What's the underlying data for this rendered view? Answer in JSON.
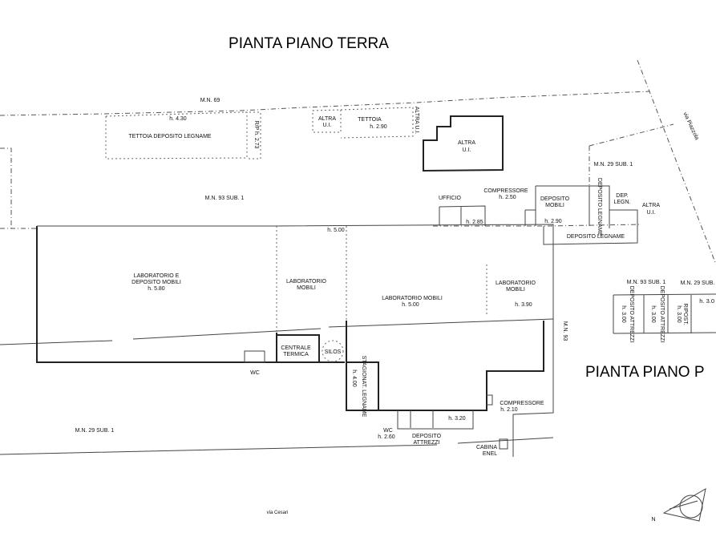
{
  "titles": {
    "ground_floor": "PIANTA PIANO TERRA",
    "first_floor": "PIANTA PIANO P"
  },
  "labels": {
    "mn69": "M.N. 69",
    "tettoia_h": "h. 4.30",
    "tettoia_deposito": "TETTOIA DEPOSITO LEGNAME",
    "rp": "R/P h. 2.73",
    "altra_ui_1": [
      "ALTRA",
      "U.I."
    ],
    "tettoia2": [
      "TETTOIA",
      "h. 2.90"
    ],
    "altra_ui_2": "ALTRA U.I.",
    "altra_ui_3": [
      "ALTRA",
      "U.I."
    ],
    "mn93_sub1": "M.N. 93 SUB. 1",
    "mn29_sub1_top": "M.N. 29 SUB. 1",
    "via_piazzola": "via Piazzola",
    "ufficio": "UFFICIO",
    "ufficio_h": "h. 2.85",
    "compressore_top": [
      "COMPRESSORE",
      "h. 2.50"
    ],
    "deposito_mobili": [
      "DEPOSITO",
      "MOBILI",
      "h. 2.90"
    ],
    "deposito_legname_v": "DEPOSITO LEGNAME",
    "dep_legn": [
      "DEP.",
      "LEGN."
    ],
    "altra_ui_4": [
      "ALTRA",
      "U.I."
    ],
    "deposito_legname": "DEPOSITO LEGNAME",
    "h500_top": "h. 5.00",
    "lab_deposito": [
      "LABORATORIO E",
      "DEPOSITO MOBILI",
      "h. 5.80"
    ],
    "lab_mobili_1": [
      "LABORATORIO",
      "MOBILI"
    ],
    "lab_mobili_2": [
      "LABORATORIO MOBILI",
      "h. 5.00"
    ],
    "lab_mobili_3": [
      "LABORATORIO",
      "MOBILI",
      "h. 3.90"
    ],
    "mn93_v": "M.N. 93",
    "mn93_sub1_right": "M.N. 93 SUB. 1",
    "mn29_sub_right": "M.N. 29 SUB.",
    "dep_attrezzi_1": [
      "DEPOSITO ATTREZZI",
      "h. 3.00"
    ],
    "dep_attrezzi_2": [
      "DEPOSITO ATTREZZI",
      "h. 3.00"
    ],
    "ripost": [
      "RIPOST.",
      "h. 3.00"
    ],
    "h30_right": "h. 3.0",
    "centrale_termica": [
      "CENTRALE",
      "TERMICA"
    ],
    "silos": "SILOS",
    "wc_left": "WC",
    "stagionat": [
      "STAGIONAT. LEGNAME",
      "h. 4.00"
    ],
    "compressore_bottom": [
      "COMPRESSORE",
      "h. 2.10"
    ],
    "h320": "h. 3.20",
    "wc_bottom": [
      "WC",
      "h. 2.60"
    ],
    "deposito_attrezzi": [
      "DEPOSITO",
      "ATTREZZI"
    ],
    "cabina_enel": [
      "CABINA",
      "ENEL"
    ],
    "mn29_sub1_bottom": "M.N. 29 SUB. 1",
    "via_cesari": "via Cesari",
    "north": "N"
  }
}
